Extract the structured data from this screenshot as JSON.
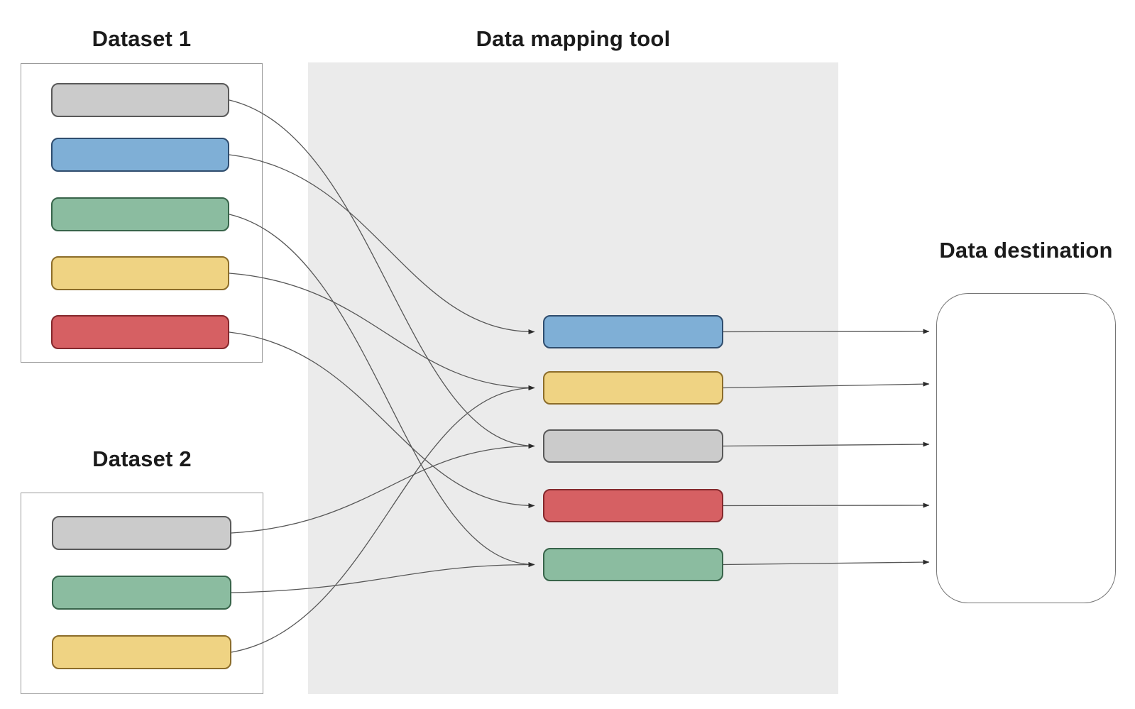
{
  "titles": {
    "dataset1": "Dataset 1",
    "dataset2": "Dataset 2",
    "mapping_tool": "Data mapping tool",
    "destination": "Data destination"
  },
  "colors": {
    "canvas_bg": "#ffffff",
    "mapping_panel_bg": "#ebebeb",
    "dataset_panel_border": "#9b9b9b",
    "destination_border": "#757575",
    "wire": "#575757",
    "arrowhead": "#2b2b2b",
    "title_text": "#1b1b1b"
  },
  "palette": {
    "gray": {
      "label": "gray field",
      "fill": "#cbcbcb",
      "stroke": "#595959"
    },
    "blue": {
      "label": "blue field",
      "fill": "#7fafd6",
      "stroke": "#2f4d6e"
    },
    "green": {
      "label": "green field",
      "fill": "#8bbca0",
      "stroke": "#38644a"
    },
    "yellow": {
      "label": "yellow field",
      "fill": "#efd383",
      "stroke": "#8c6d2a"
    },
    "red": {
      "label": "red field",
      "fill": "#d66063",
      "stroke": "#84282c"
    }
  },
  "dataset1_fields": [
    "gray",
    "blue",
    "green",
    "yellow",
    "red"
  ],
  "dataset2_fields": [
    "gray",
    "green",
    "yellow"
  ],
  "mapper_fields": [
    "blue",
    "yellow",
    "gray",
    "red",
    "green"
  ],
  "connections": [
    {
      "from": "dataset1",
      "color": "gray",
      "to": "gray"
    },
    {
      "from": "dataset1",
      "color": "blue",
      "to": "blue"
    },
    {
      "from": "dataset1",
      "color": "green",
      "to": "green"
    },
    {
      "from": "dataset1",
      "color": "yellow",
      "to": "yellow"
    },
    {
      "from": "dataset1",
      "color": "red",
      "to": "red"
    },
    {
      "from": "dataset2",
      "color": "gray",
      "to": "gray"
    },
    {
      "from": "dataset2",
      "color": "green",
      "to": "green"
    },
    {
      "from": "dataset2",
      "color": "yellow",
      "to": "yellow"
    }
  ],
  "destination_links": [
    "blue",
    "yellow",
    "gray",
    "red",
    "green"
  ]
}
